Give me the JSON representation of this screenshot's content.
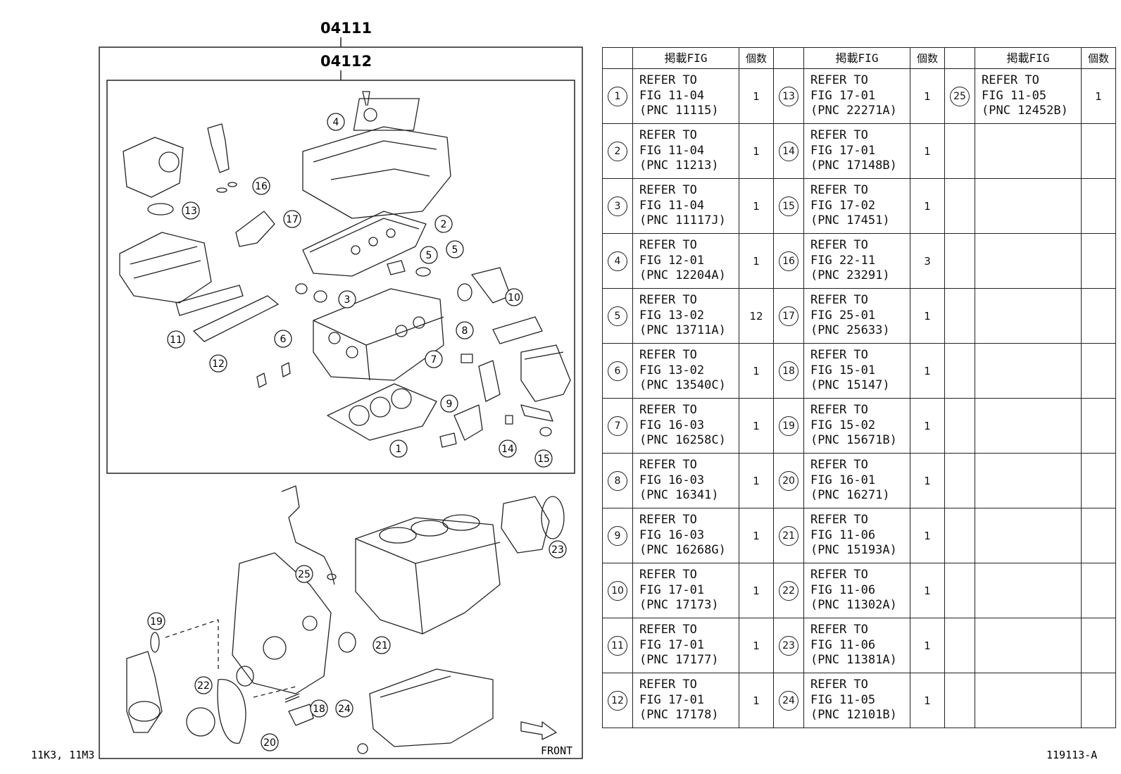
{
  "diagram": {
    "assembly_numbers": [
      "04111",
      "04112"
    ],
    "callouts": [
      "1",
      "2",
      "3",
      "4",
      "5",
      "5",
      "6",
      "7",
      "8",
      "9",
      "10",
      "11",
      "12",
      "13",
      "14",
      "15",
      "16",
      "17",
      "18",
      "19",
      "20",
      "21",
      "22",
      "23",
      "24",
      "25"
    ],
    "front_label": "FRONT",
    "engine_codes": "11K3, 11M3",
    "figure_code": "119113-A"
  },
  "table": {
    "header": {
      "fig": "掲載FIG",
      "qty": "個数"
    },
    "rows": [
      [
        {
          "num": "1",
          "l1": "REFER TO",
          "l2": "FIG 11-04",
          "l3": "(PNC 11115)",
          "qty": "1"
        },
        {
          "num": "13",
          "l1": "REFER TO",
          "l2": "FIG 17-01",
          "l3": "(PNC 22271A)",
          "qty": "1"
        },
        {
          "num": "25",
          "l1": "REFER TO",
          "l2": "FIG 11-05",
          "l3": "(PNC 12452B)",
          "qty": "1"
        }
      ],
      [
        {
          "num": "2",
          "l1": "REFER TO",
          "l2": "FIG 11-04",
          "l3": "(PNC 11213)",
          "qty": "1"
        },
        {
          "num": "14",
          "l1": "REFER TO",
          "l2": "FIG 17-01",
          "l3": "(PNC 17148B)",
          "qty": "1"
        },
        {
          "num": "",
          "l1": "",
          "l2": "",
          "l3": "",
          "qty": ""
        }
      ],
      [
        {
          "num": "3",
          "l1": "REFER TO",
          "l2": "FIG 11-04",
          "l3": "(PNC 11117J)",
          "qty": "1"
        },
        {
          "num": "15",
          "l1": "REFER TO",
          "l2": "FIG 17-02",
          "l3": "(PNC 17451)",
          "qty": "1"
        },
        {
          "num": "",
          "l1": "",
          "l2": "",
          "l3": "",
          "qty": ""
        }
      ],
      [
        {
          "num": "4",
          "l1": "REFER TO",
          "l2": "FIG 12-01",
          "l3": "(PNC 12204A)",
          "qty": "1"
        },
        {
          "num": "16",
          "l1": "REFER TO",
          "l2": "FIG 22-11",
          "l3": "(PNC 23291)",
          "qty": "3"
        },
        {
          "num": "",
          "l1": "",
          "l2": "",
          "l3": "",
          "qty": ""
        }
      ],
      [
        {
          "num": "5",
          "l1": "REFER TO",
          "l2": "FIG 13-02",
          "l3": "(PNC 13711A)",
          "qty": "12"
        },
        {
          "num": "17",
          "l1": "REFER TO",
          "l2": "FIG 25-01",
          "l3": "(PNC 25633)",
          "qty": "1"
        },
        {
          "num": "",
          "l1": "",
          "l2": "",
          "l3": "",
          "qty": ""
        }
      ],
      [
        {
          "num": "6",
          "l1": "REFER TO",
          "l2": "FIG 13-02",
          "l3": "(PNC 13540C)",
          "qty": "1"
        },
        {
          "num": "18",
          "l1": "REFER TO",
          "l2": "FIG 15-01",
          "l3": "(PNC 15147)",
          "qty": "1"
        },
        {
          "num": "",
          "l1": "",
          "l2": "",
          "l3": "",
          "qty": ""
        }
      ],
      [
        {
          "num": "7",
          "l1": "REFER TO",
          "l2": "FIG 16-03",
          "l3": "(PNC 16258C)",
          "qty": "1"
        },
        {
          "num": "19",
          "l1": "REFER TO",
          "l2": "FIG 15-02",
          "l3": "(PNC 15671B)",
          "qty": "1"
        },
        {
          "num": "",
          "l1": "",
          "l2": "",
          "l3": "",
          "qty": ""
        }
      ],
      [
        {
          "num": "8",
          "l1": "REFER TO",
          "l2": "FIG 16-03",
          "l3": "(PNC 16341)",
          "qty": "1"
        },
        {
          "num": "20",
          "l1": "REFER TO",
          "l2": "FIG 16-01",
          "l3": "(PNC 16271)",
          "qty": "1"
        },
        {
          "num": "",
          "l1": "",
          "l2": "",
          "l3": "",
          "qty": ""
        }
      ],
      [
        {
          "num": "9",
          "l1": "REFER TO",
          "l2": "FIG 16-03",
          "l3": "(PNC 16268G)",
          "qty": "1"
        },
        {
          "num": "21",
          "l1": "REFER TO",
          "l2": "FIG 11-06",
          "l3": "(PNC 15193A)",
          "qty": "1"
        },
        {
          "num": "",
          "l1": "",
          "l2": "",
          "l3": "",
          "qty": ""
        }
      ],
      [
        {
          "num": "10",
          "l1": "REFER TO",
          "l2": "FIG 17-01",
          "l3": "(PNC 17173)",
          "qty": "1"
        },
        {
          "num": "22",
          "l1": "REFER TO",
          "l2": "FIG 11-06",
          "l3": "(PNC 11302A)",
          "qty": "1"
        },
        {
          "num": "",
          "l1": "",
          "l2": "",
          "l3": "",
          "qty": ""
        }
      ],
      [
        {
          "num": "11",
          "l1": "REFER TO",
          "l2": "FIG 17-01",
          "l3": "(PNC 17177)",
          "qty": "1"
        },
        {
          "num": "23",
          "l1": "REFER TO",
          "l2": "FIG 11-06",
          "l3": "(PNC 11381A)",
          "qty": "1"
        },
        {
          "num": "",
          "l1": "",
          "l2": "",
          "l3": "",
          "qty": ""
        }
      ],
      [
        {
          "num": "12",
          "l1": "REFER TO",
          "l2": "FIG 17-01",
          "l3": "(PNC 17178)",
          "qty": "1"
        },
        {
          "num": "24",
          "l1": "REFER TO",
          "l2": "FIG 11-05",
          "l3": "(PNC 12101B)",
          "qty": "1"
        },
        {
          "num": "",
          "l1": "",
          "l2": "",
          "l3": "",
          "qty": ""
        }
      ]
    ]
  }
}
